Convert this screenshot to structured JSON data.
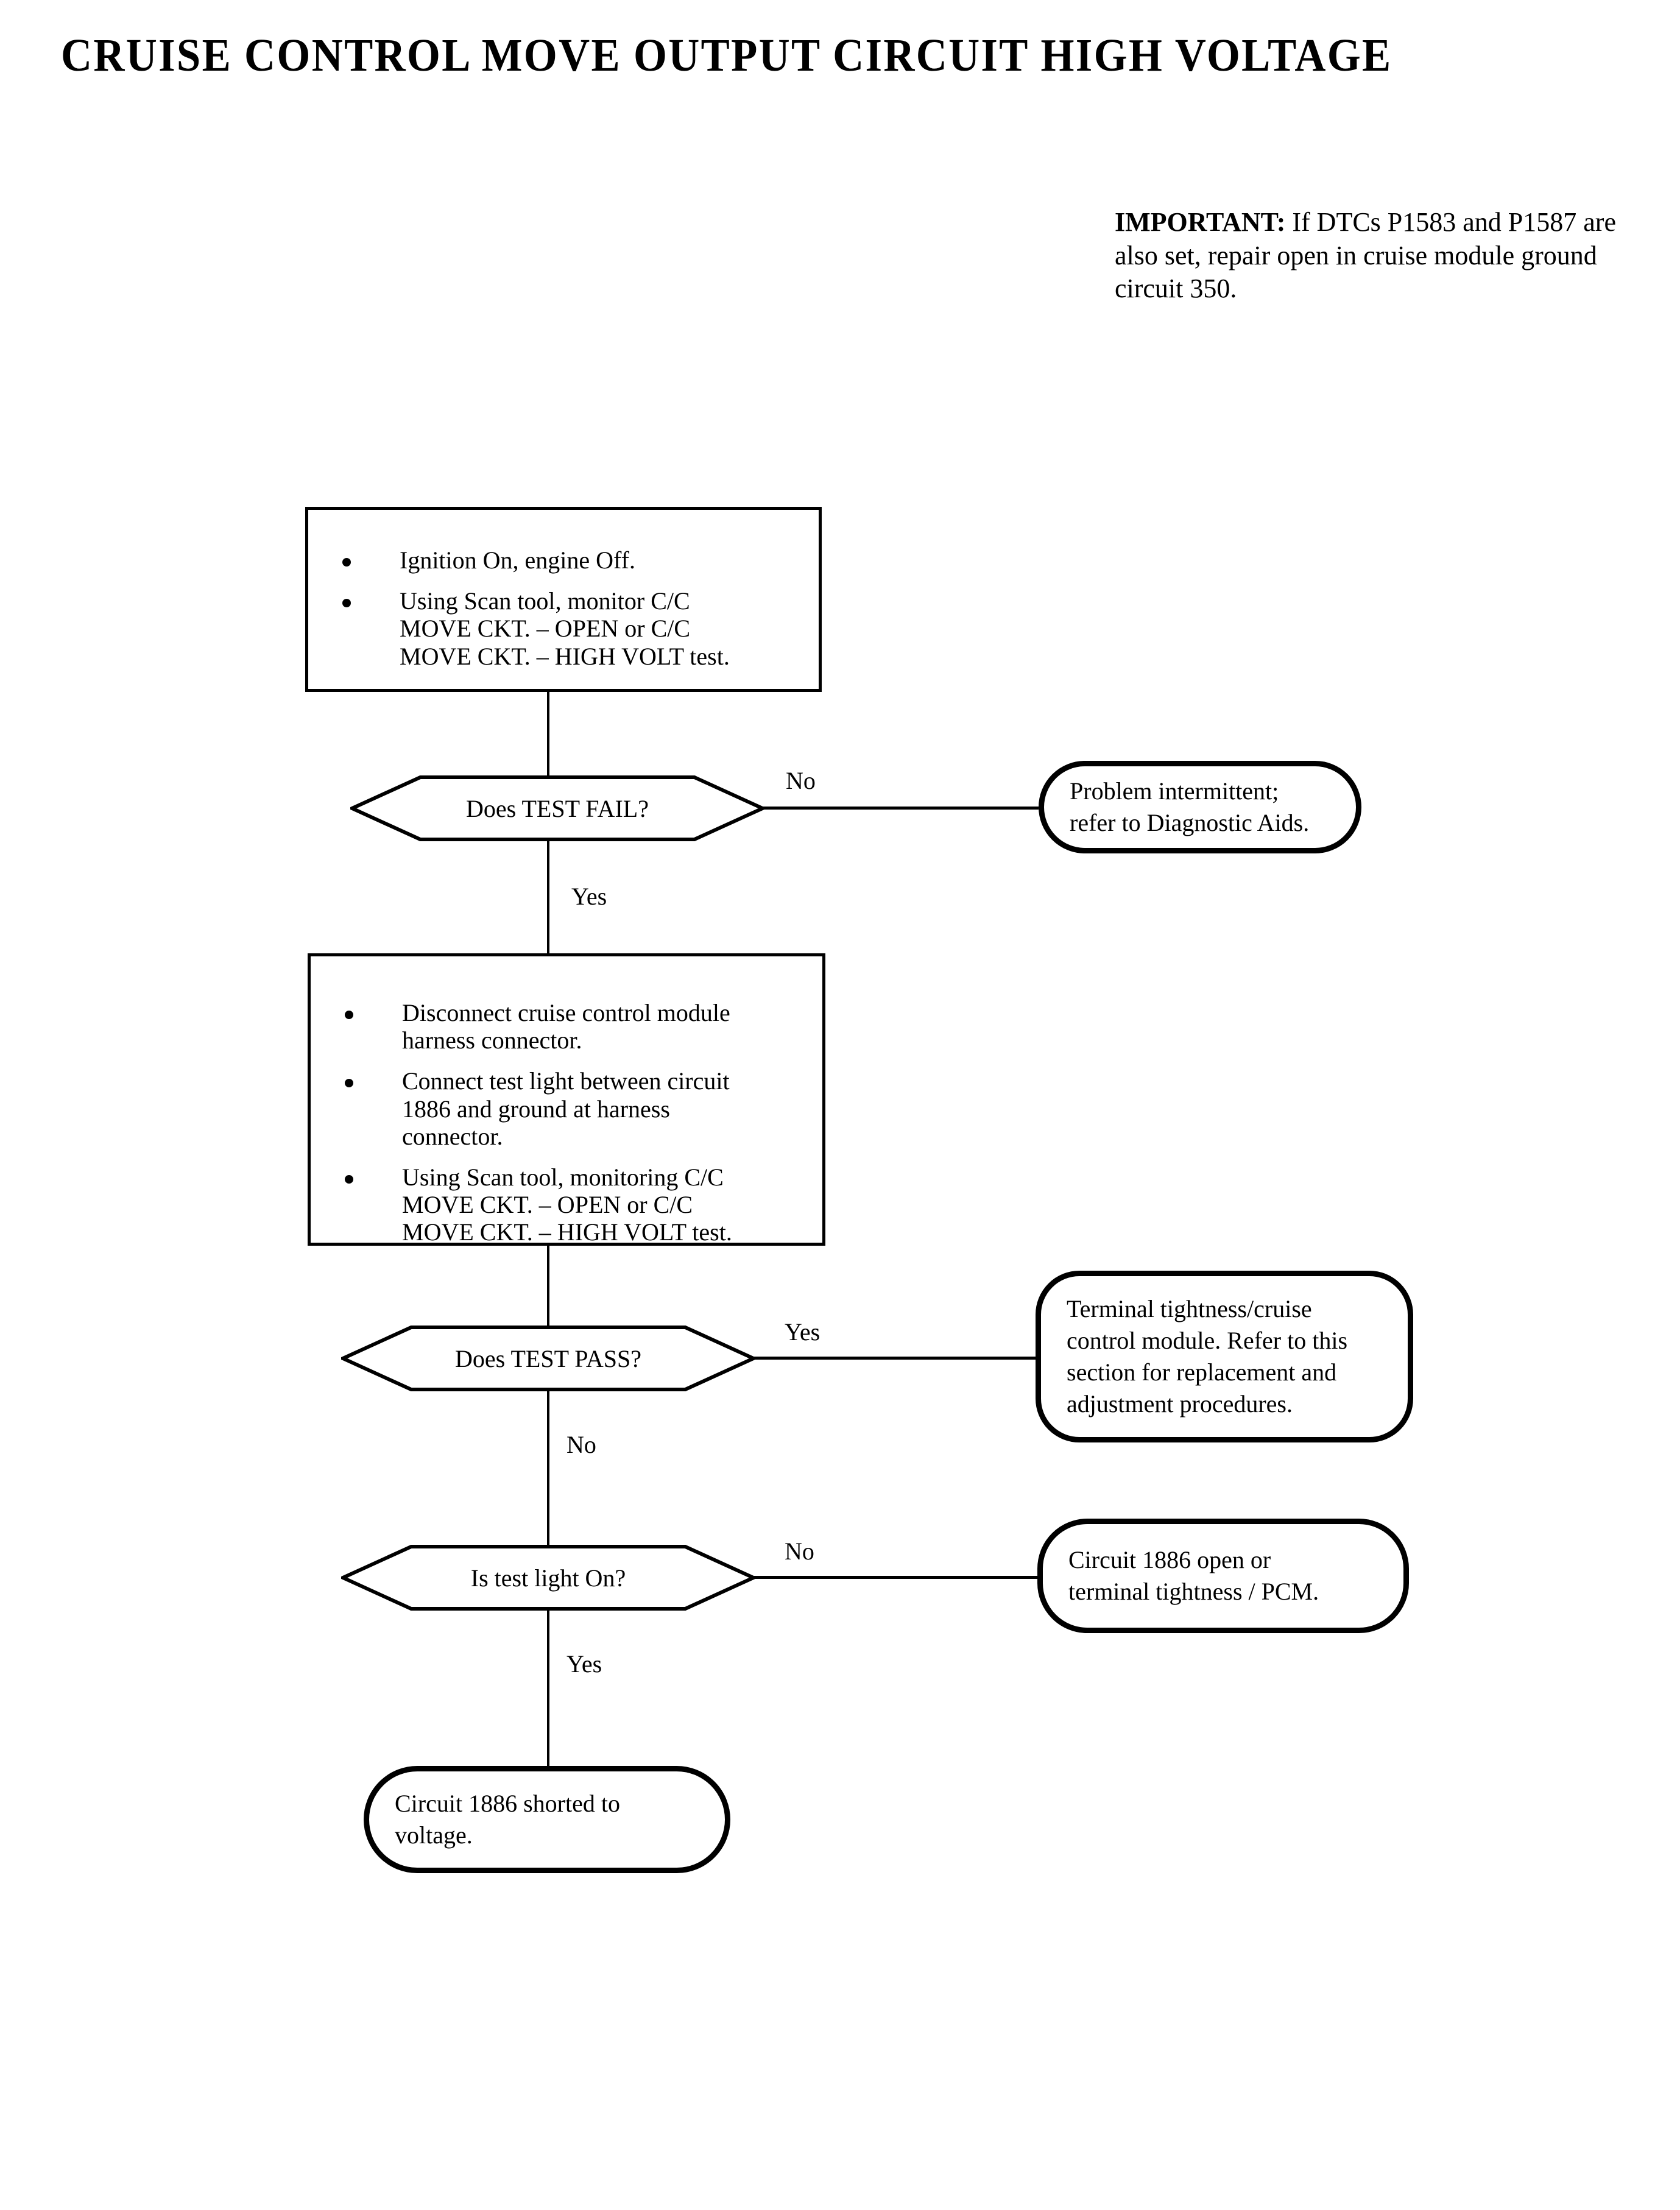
{
  "document": {
    "title": "CRUISE CONTROL MOVE OUTPUT CIRCUIT HIGH VOLTAGE"
  },
  "important_note": {
    "label": "IMPORTANT:",
    "text": "  If DTCs P1583 and P1587 are also set, repair open in cruise module ground circuit 350."
  },
  "flowchart": {
    "type": "diagnostic-flowchart",
    "steps": [
      {
        "id": "step-1",
        "shape": "process",
        "bullets": [
          "Ignition On, engine Off.",
          "Using Scan tool, monitor C/C\nMOVE CKT. – OPEN or C/C\nMOVE CKT. – HIGH VOLT test."
        ]
      },
      {
        "id": "decision-1",
        "shape": "decision",
        "label": "Does TEST FAIL?",
        "branch_right": "No",
        "branch_down": "Yes"
      },
      {
        "id": "terminator-1",
        "shape": "terminator",
        "text": "Problem intermittent;\nrefer to Diagnostic Aids."
      },
      {
        "id": "step-2",
        "shape": "process",
        "bullets": [
          "Disconnect cruise control module\nharness connector.",
          "Connect test light between circuit\n1886 and ground at harness\nconnector.",
          "Using Scan tool, monitoring C/C\nMOVE CKT. – OPEN or C/C\nMOVE CKT. – HIGH VOLT test."
        ]
      },
      {
        "id": "decision-2",
        "shape": "decision",
        "label": "Does TEST PASS?",
        "branch_right": "Yes",
        "branch_down": "No"
      },
      {
        "id": "terminator-2",
        "shape": "terminator",
        "text": "Terminal tightness/cruise\ncontrol module. Refer to this\nsection for replacement and\nadjustment procedures."
      },
      {
        "id": "decision-3",
        "shape": "decision",
        "label": "Is test light On?",
        "branch_right": "No",
        "branch_down": "Yes"
      },
      {
        "id": "terminator-3",
        "shape": "terminator",
        "text": "Circuit 1886 open or\nterminal tightness / PCM."
      },
      {
        "id": "terminator-4",
        "shape": "terminator",
        "text": "Circuit 1886 shorted to\nvoltage."
      }
    ]
  },
  "colors": {
    "ink": "#000000",
    "paper": "#ffffff"
  }
}
